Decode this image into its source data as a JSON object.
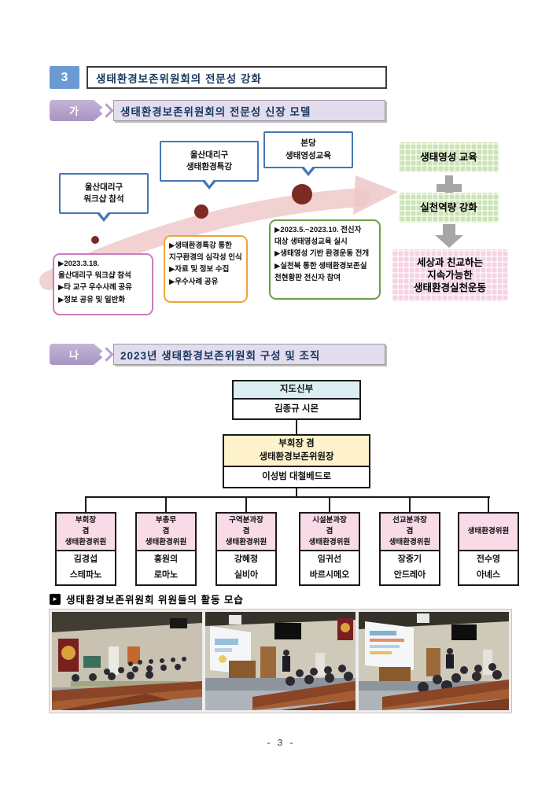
{
  "header": {
    "number": "3",
    "title": "생태환경보존위원회의 전문성 강화"
  },
  "section_a": {
    "badge": "가",
    "title": "생태환경보존위원회의 전문성 신장 모델",
    "timeline": {
      "callouts": [
        {
          "label": "울산대리구\n워크샵 참석"
        },
        {
          "label": "울산대리구\n생태환경특강"
        },
        {
          "label": "본당\n생태영성교육"
        }
      ],
      "details": [
        {
          "text": "▶2023.3.18.\n울산대리구 워크샵 참석\n▶타 교구 우수사례 공유\n▶정보 공유 및 일반화",
          "border_color": "#ca7cc0"
        },
        {
          "text": "▶생태환경특강 통한\n지구환경의 심각성 인식\n▶자료 및 정보 수집\n▶우수사례 공유",
          "border_color": "#eda43a"
        },
        {
          "text": "▶2023.5.~2023.10. 전신자\n대상 생태영성교육 실시\n▶생태영성 기반 환경운동 전개\n▶실천북 통한 생태환경보존실\n천현황판 전신자 참여",
          "border_color": "#6f9c4a"
        }
      ]
    },
    "results": {
      "box1": "생태영성 교육",
      "box2": "실천역량 강화",
      "box3": "세상과 친교하는\n지속가능한\n생태환경실천운동"
    }
  },
  "section_b": {
    "badge": "나",
    "title": "2023년 생태환경보존위원회 구성 및 조직",
    "org": {
      "top": {
        "role": "지도신부",
        "name": "김종규 시몬"
      },
      "chair": {
        "role": "부회장 겸\n생태환경보존위원장",
        "name": "이성범 대철베드로"
      },
      "members": [
        {
          "role": "부회장\n겸\n생태환경위원",
          "name": "김경섭\n스테파노"
        },
        {
          "role": "부총무\n겸\n생태환경위원",
          "name": "홍원의\n로마노"
        },
        {
          "role": "구역분과장\n겸\n생태환경위원",
          "name": "강혜정\n실비아"
        },
        {
          "role": "시설분과장\n겸\n생태환경위원",
          "name": "임귀선\n바르시메오"
        },
        {
          "role": "선교분과장\n겸\n생태환경위원",
          "name": "장중기\n안드레아"
        },
        {
          "role": "생태환경위원",
          "name": "전수영\n아녜스"
        }
      ]
    }
  },
  "photos": {
    "title": "생태환경보존위원회 위원들의 활동 모습"
  },
  "page": {
    "number_label": "- 3 -"
  },
  "colors": {
    "header_badge_blue": "#6b9bd2",
    "section_badge_purple": "#b2a2c7",
    "section_bar_lavender": "#e2dcee",
    "timeline_arrow_pink": "#f0c9ca",
    "timeline_dot_red": "#7d2a23",
    "callout_border_blue": "#4677b4",
    "org_top_header_blue": "#daeef3",
    "org_chair_header_yellow": "#fdf2cb",
    "org_member_header_pink": "#f9dbe8",
    "result_green": "#cbe4b4",
    "result_pink": "#f5d3e4"
  }
}
